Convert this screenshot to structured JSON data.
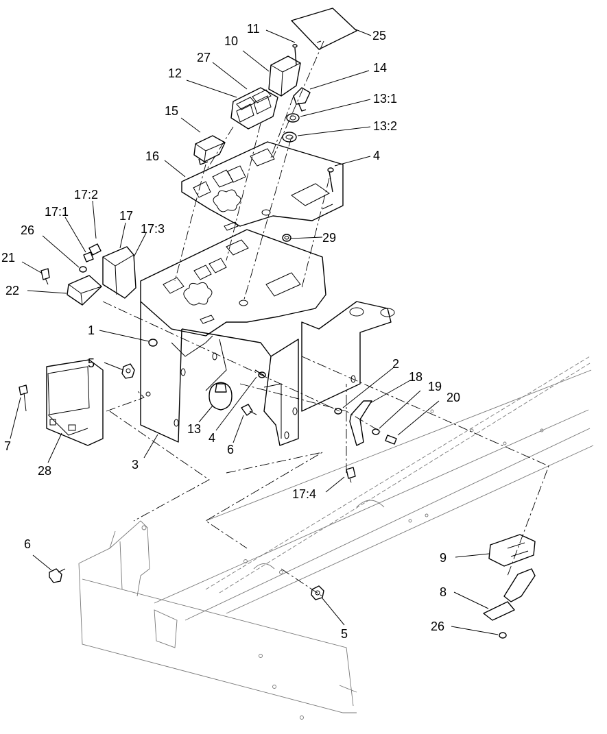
{
  "callouts": [
    {
      "id": "c1",
      "label": "1"
    },
    {
      "id": "c2",
      "label": "2"
    },
    {
      "id": "c3",
      "label": "3"
    },
    {
      "id": "c4a",
      "label": "4"
    },
    {
      "id": "c4b",
      "label": "4"
    },
    {
      "id": "c5a",
      "label": "5"
    },
    {
      "id": "c5b",
      "label": "5"
    },
    {
      "id": "c6a",
      "label": "6"
    },
    {
      "id": "c6b",
      "label": "6"
    },
    {
      "id": "c7",
      "label": "7"
    },
    {
      "id": "c8",
      "label": "8"
    },
    {
      "id": "c9",
      "label": "9"
    },
    {
      "id": "c10",
      "label": "10"
    },
    {
      "id": "c11",
      "label": "11"
    },
    {
      "id": "c12",
      "label": "12"
    },
    {
      "id": "c13",
      "label": "13"
    },
    {
      "id": "c13_1",
      "label": "13:1"
    },
    {
      "id": "c13_2",
      "label": "13:2"
    },
    {
      "id": "c14",
      "label": "14"
    },
    {
      "id": "c15",
      "label": "15"
    },
    {
      "id": "c16",
      "label": "16"
    },
    {
      "id": "c17",
      "label": "17"
    },
    {
      "id": "c17_1",
      "label": "17:1"
    },
    {
      "id": "c17_2",
      "label": "17:2"
    },
    {
      "id": "c17_3",
      "label": "17:3"
    },
    {
      "id": "c17_4",
      "label": "17:4"
    },
    {
      "id": "c18",
      "label": "18"
    },
    {
      "id": "c19",
      "label": "19"
    },
    {
      "id": "c20",
      "label": "20"
    },
    {
      "id": "c21",
      "label": "21"
    },
    {
      "id": "c22",
      "label": "22"
    },
    {
      "id": "c25",
      "label": "25"
    },
    {
      "id": "c26a",
      "label": "26"
    },
    {
      "id": "c26b",
      "label": "26"
    },
    {
      "id": "c27",
      "label": "27"
    },
    {
      "id": "c28",
      "label": "28"
    },
    {
      "id": "c29",
      "label": "29"
    }
  ]
}
